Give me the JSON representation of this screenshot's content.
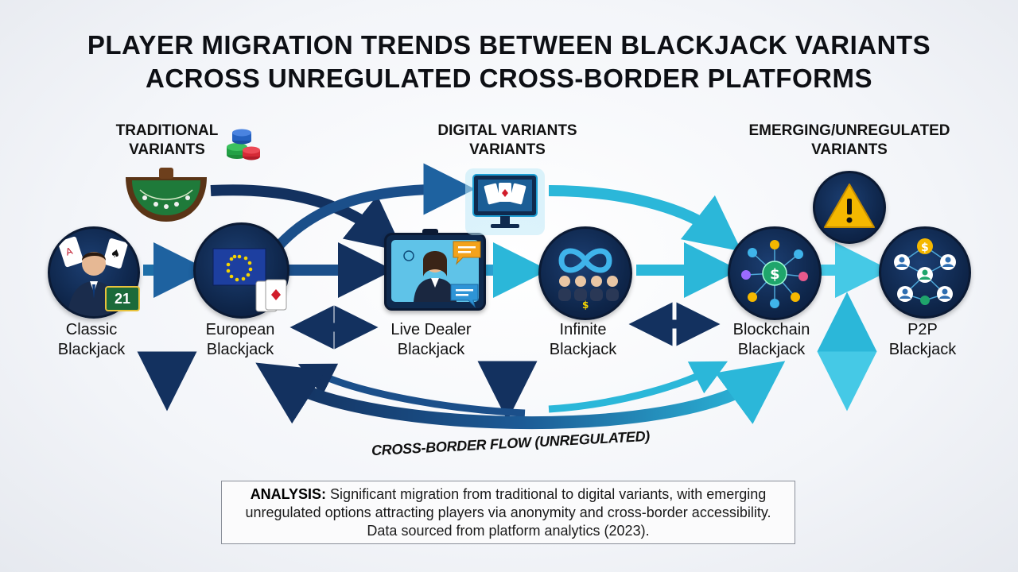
{
  "title": {
    "line1": "PLAYER MIGRATION TRENDS BETWEEN BLACKJACK VARIANTS",
    "line2": "ACROSS UNREGULATED CROSS-BORDER PLATFORMS"
  },
  "categories": {
    "traditional": {
      "line1": "TRADITIONAL",
      "line2": "VARIANTS"
    },
    "digital": {
      "line1": "DIGITAL VARIANTS",
      "line2": "VARIANTS"
    },
    "emerging": {
      "line1": "EMERGING/UNREGULATED",
      "line2": "VARIANTS"
    }
  },
  "nodes": {
    "classic": {
      "line1": "Classic",
      "line2": "Blackjack",
      "badge": "21"
    },
    "european": {
      "line1": "European",
      "line2": "Blackjack"
    },
    "live_dealer": {
      "line1": "Live Dealer",
      "line2": "Blackjack"
    },
    "infinite": {
      "line1": "Infinite",
      "line2": "Blackjack"
    },
    "blockchain": {
      "line1": "Blockchain",
      "line2": "Blackjack"
    },
    "p2p": {
      "line1": "P2P",
      "line2": "Blackjack"
    }
  },
  "flow_label": "CROSS-BORDER FLOW (UNREGULATED)",
  "analysis": {
    "lead": "ANALYSIS:",
    "text": " Significant migration from traditional to digital variants, with emerging unregulated options attracting players via anonymity and cross-border accessibility. Data sourced from platform analytics (2023)."
  },
  "colors": {
    "navy": "#13315f",
    "mid_blue": "#1f6fa8",
    "cyan": "#2bb7d9",
    "circle_fill": "#0e2549",
    "warning": "#f5b800"
  }
}
